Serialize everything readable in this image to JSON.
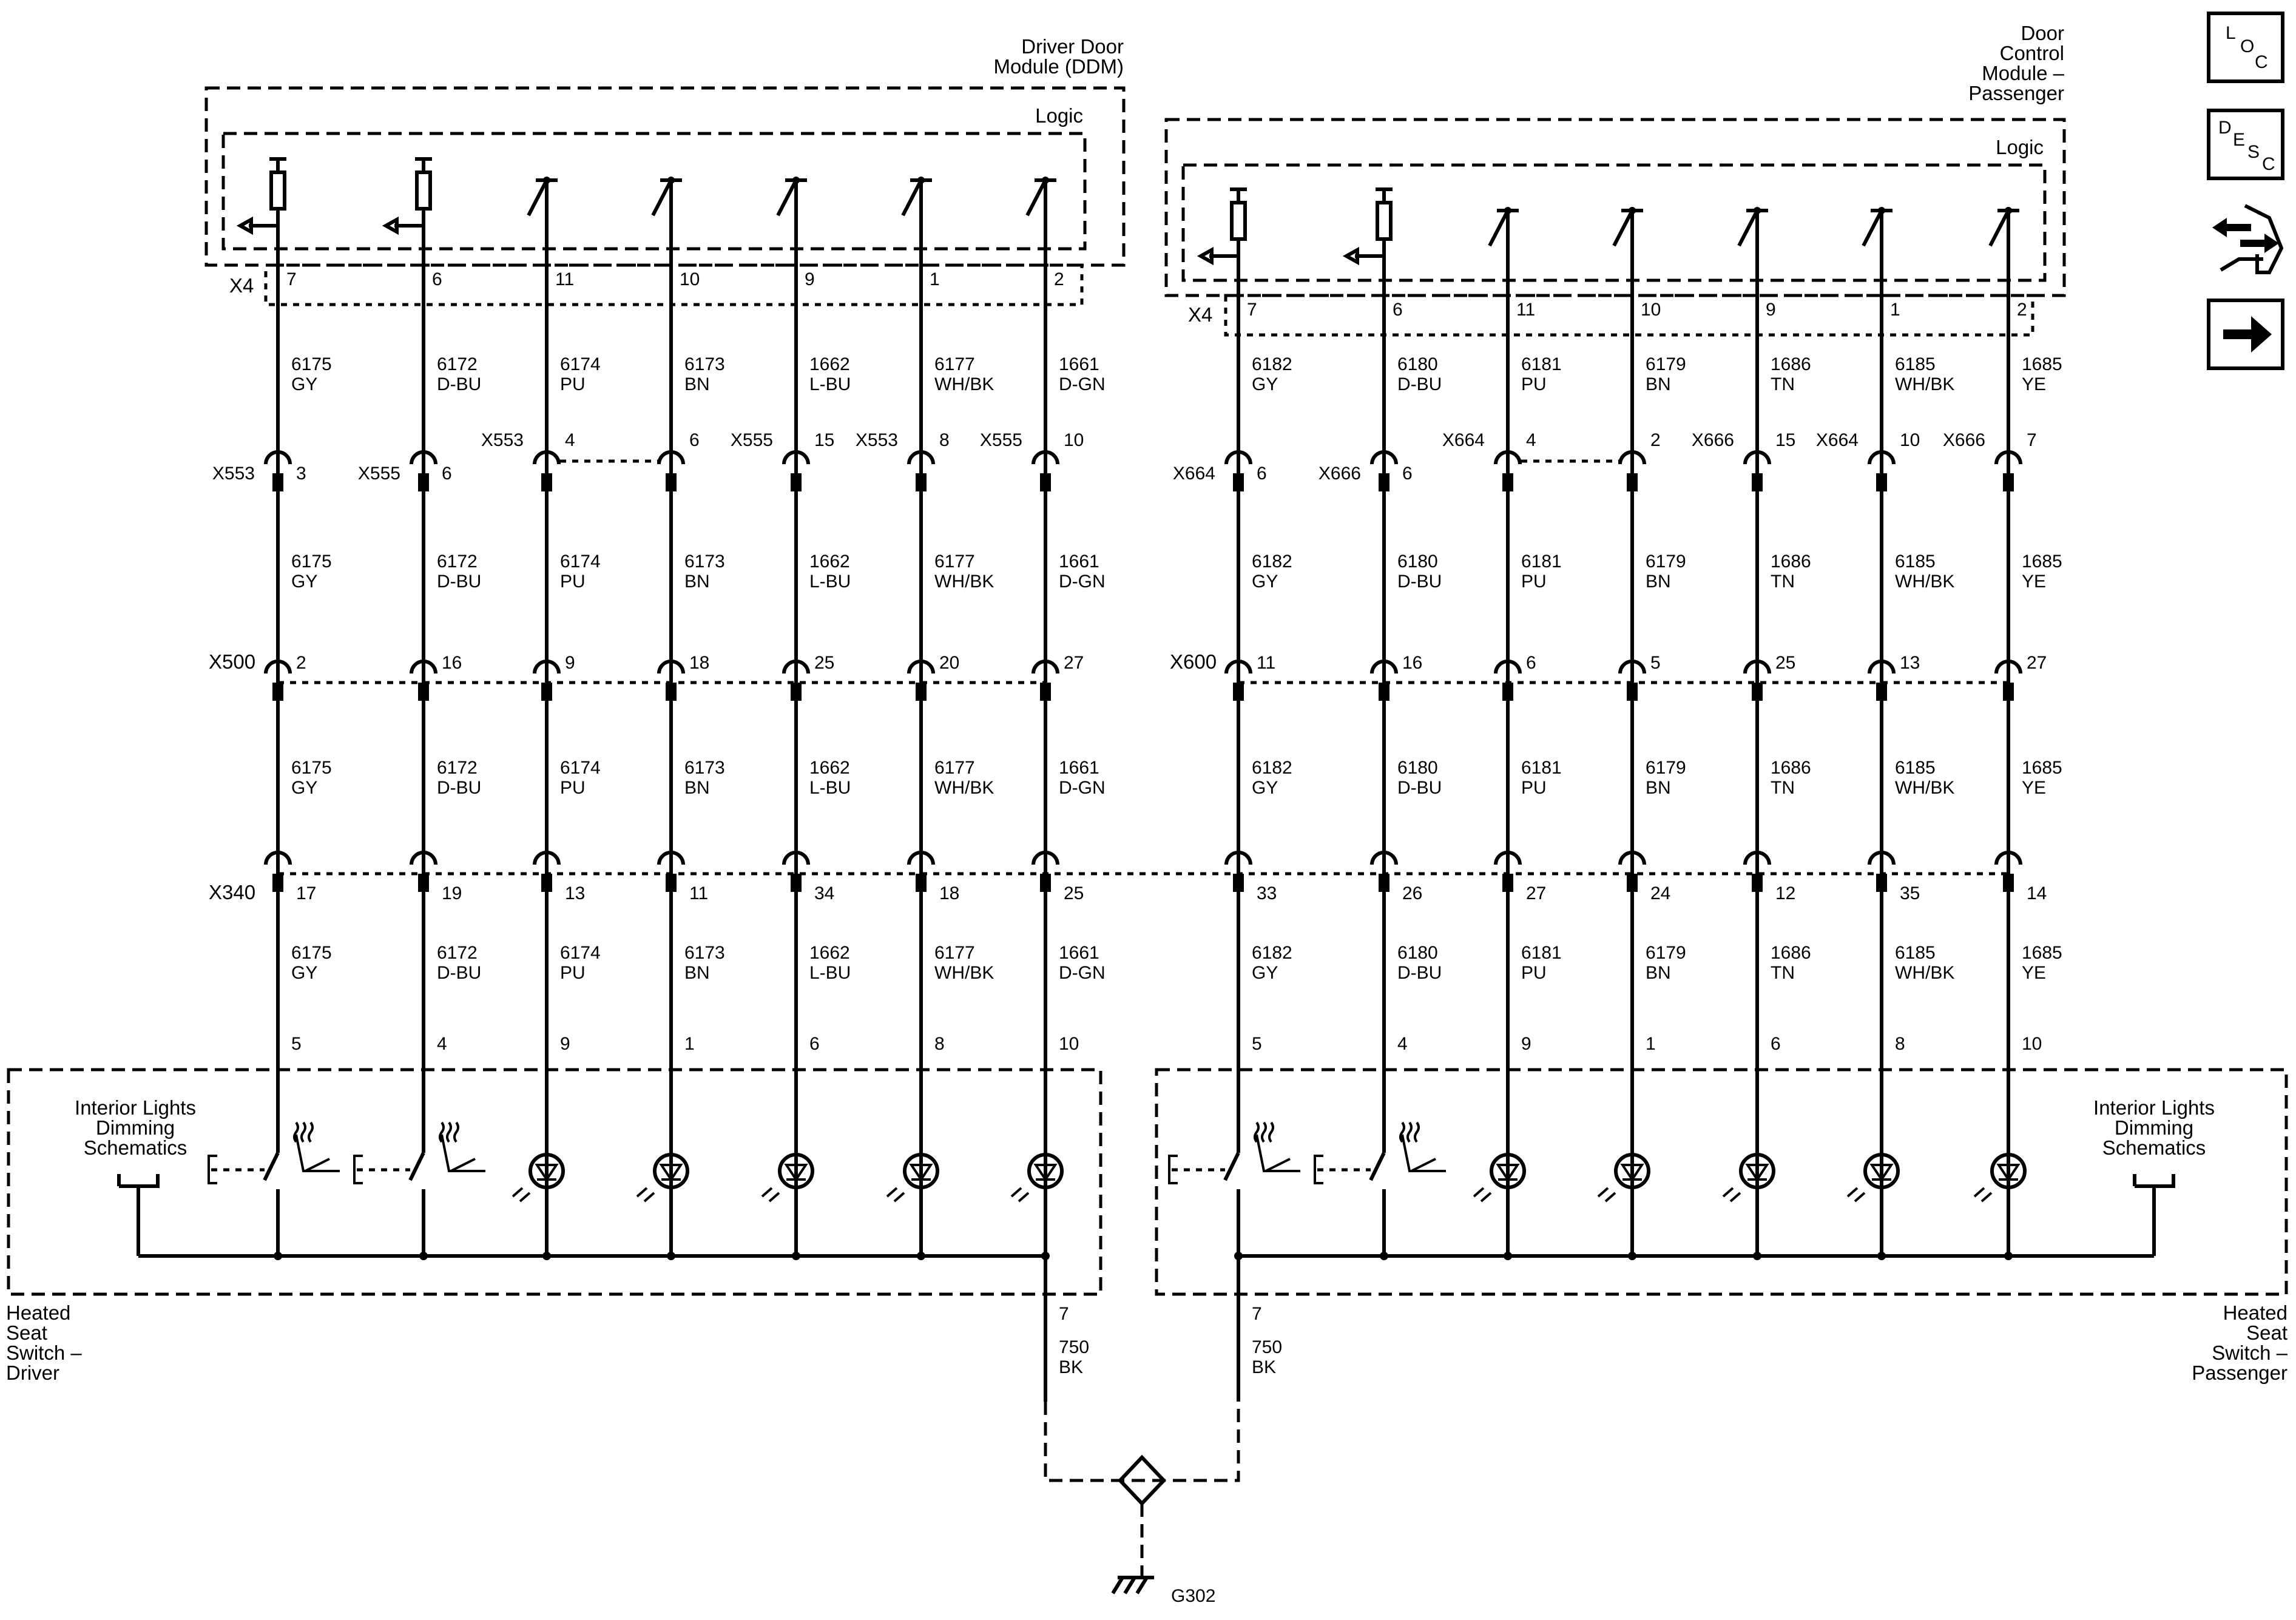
{
  "modules": {
    "ddm": {
      "title": [
        "Driver Door",
        "Module (DDM)"
      ],
      "logic": "Logic",
      "connector": "X4"
    },
    "dcmp": {
      "title": [
        "Door",
        "Control",
        "Module –",
        "Passenger"
      ],
      "logic": "Logic",
      "connector": "X4"
    },
    "hss_driver": {
      "title": [
        "Heated",
        "Seat",
        "Switch –",
        "Driver"
      ],
      "dimming": [
        "Interior Lights",
        "Dimming",
        "Schematics"
      ]
    },
    "hss_passenger": {
      "title": [
        "Heated",
        "Seat",
        "Switch –",
        "Passenger"
      ],
      "dimming": [
        "Interior Lights",
        "Dimming",
        "Schematics"
      ]
    }
  },
  "nav_icons": [
    {
      "name": "loc-icon",
      "label": [
        "L",
        "O",
        "C"
      ]
    },
    {
      "name": "desc-icon",
      "label": [
        "D",
        "E",
        "S",
        "C"
      ]
    },
    {
      "name": "connector-end-view-icon",
      "label": []
    },
    {
      "name": "next-page-icon",
      "label": []
    }
  ],
  "left_circuits": [
    {
      "x4": "7",
      "circuit": "6175",
      "color": "GY",
      "c1": "X553",
      "c1pin": "3",
      "x500": "2",
      "x340": "17",
      "sw": "5",
      "type": "switch"
    },
    {
      "x4": "6",
      "circuit": "6172",
      "color": "D-BU",
      "c1": "X555",
      "c1pin": "6",
      "x500": "16",
      "x340": "19",
      "sw": "4",
      "type": "switch"
    },
    {
      "x4": "11",
      "circuit": "6174",
      "color": "PU",
      "c1": "X553",
      "c1pin": "4",
      "x500": "9",
      "x340": "13",
      "sw": "9",
      "type": "led"
    },
    {
      "x4": "10",
      "circuit": "6173",
      "color": "BN",
      "c1": "",
      "c1pin": "6",
      "x500": "18",
      "x340": "11",
      "sw": "1",
      "type": "led"
    },
    {
      "x4": "9",
      "circuit": "1662",
      "color": "L-BU",
      "c1": "X555",
      "c1pin": "15",
      "x500": "25",
      "x340": "34",
      "sw": "6",
      "type": "led"
    },
    {
      "x4": "1",
      "circuit": "6177",
      "color": "WH/BK",
      "c1": "X553",
      "c1pin": "8",
      "x500": "20",
      "x340": "18",
      "sw": "8",
      "type": "led"
    },
    {
      "x4": "2",
      "circuit": "1661",
      "color": "D-GN",
      "c1": "X555",
      "c1pin": "10",
      "x500": "27",
      "x340": "25",
      "sw": "10",
      "type": "led"
    }
  ],
  "right_circuits": [
    {
      "x4": "7",
      "circuit": "6182",
      "color": "GY",
      "c1": "X664",
      "c1pin": "6",
      "x500": "11",
      "x340": "33",
      "sw": "5",
      "type": "switch"
    },
    {
      "x4": "6",
      "circuit": "6180",
      "color": "D-BU",
      "c1": "X666",
      "c1pin": "6",
      "x500": "16",
      "x340": "26",
      "sw": "4",
      "type": "switch"
    },
    {
      "x4": "11",
      "circuit": "6181",
      "color": "PU",
      "c1": "X664",
      "c1pin": "4",
      "x500": "6",
      "x340": "27",
      "sw": "9",
      "type": "led"
    },
    {
      "x4": "10",
      "circuit": "6179",
      "color": "BN",
      "c1": "",
      "c1pin": "2",
      "x500": "5",
      "x340": "24",
      "sw": "1",
      "type": "led"
    },
    {
      "x4": "9",
      "circuit": "1686",
      "color": "TN",
      "c1": "X666",
      "c1pin": "15",
      "x500": "25",
      "x340": "12",
      "sw": "6",
      "type": "led"
    },
    {
      "x4": "1",
      "circuit": "6185",
      "color": "WH/BK",
      "c1": "X664",
      "c1pin": "10",
      "x500": "13",
      "x340": "35",
      "sw": "8",
      "type": "led"
    },
    {
      "x4": "2",
      "circuit": "1685",
      "color": "YE",
      "c1": "X666",
      "c1pin": "7",
      "x500": "27",
      "x340": "14",
      "sw": "10",
      "type": "led"
    }
  ],
  "connectors": {
    "left_mid": "X500",
    "right_mid": "X600",
    "bottom": "X340"
  },
  "ground": {
    "left": {
      "pin": "7",
      "circuit": "750",
      "color": "BK"
    },
    "right": {
      "pin": "7",
      "circuit": "750",
      "color": "BK"
    },
    "label": "G302"
  }
}
